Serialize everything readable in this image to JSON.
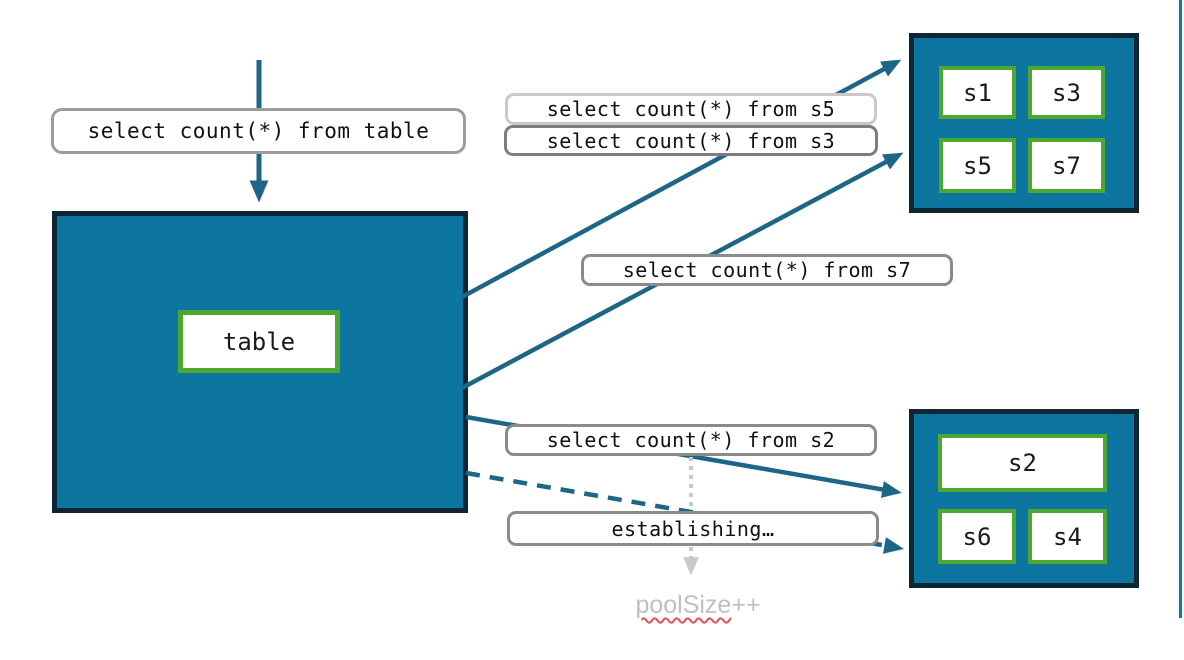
{
  "queries": {
    "from_table": "select count(*) from table",
    "from_s5": "select count(*) from s5",
    "from_s3": "select count(*) from s3",
    "from_s7": "select count(*) from s7",
    "from_s2": "select count(*) from s2",
    "establishing": "establishing…"
  },
  "nodes": {
    "table": {
      "label": "table"
    },
    "top_group": {
      "shards": [
        "s1",
        "s3",
        "s5",
        "s7"
      ]
    },
    "bottom_group": {
      "shards": [
        "s2",
        "s6",
        "s4"
      ]
    }
  },
  "annotations": {
    "pool_size_word": "poolSize",
    "pool_size_suffix": "++"
  },
  "colors": {
    "node_fill": "#0d76a0",
    "node_border": "#0e2633",
    "shard_border": "#4ea72e",
    "arrow": "#1e6687",
    "muted_arrow": "#c9c9c9",
    "muted_text": "#c0c0c0",
    "label_border": "#8b8b8b",
    "squiggle": "#e05252"
  }
}
